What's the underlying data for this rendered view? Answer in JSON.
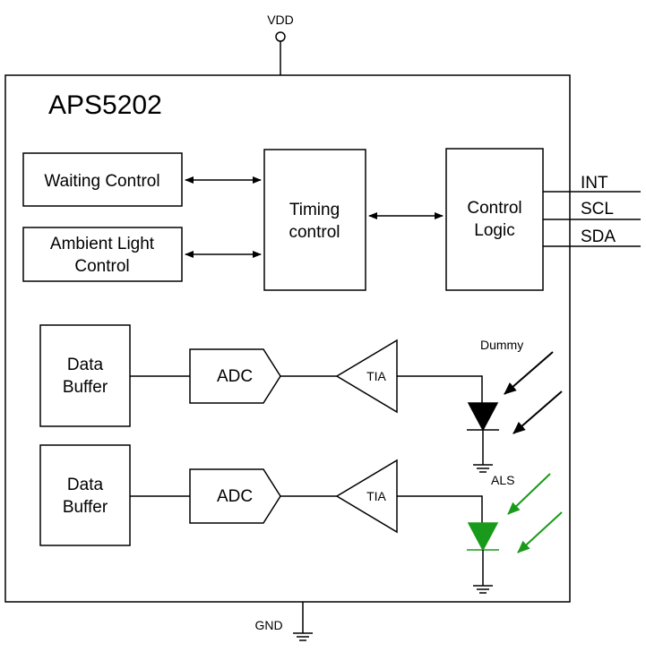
{
  "chip": {
    "name": "APS5202"
  },
  "power": {
    "vdd": "VDD",
    "gnd": "GND"
  },
  "blocks": {
    "waiting_control": [
      "Waiting Control"
    ],
    "ambient_light_control": [
      "Ambient Light",
      "Control"
    ],
    "timing_control": [
      "Timing",
      "control"
    ],
    "control_logic": [
      "Control",
      "Logic"
    ],
    "data_buffer_top": [
      "Data",
      "Buffer"
    ],
    "data_buffer_bottom": [
      "Data",
      "Buffer"
    ],
    "adc_top": "ADC",
    "adc_bottom": "ADC",
    "tia_top": "TIA",
    "tia_bottom": "TIA"
  },
  "pins": [
    "INT",
    "SCL",
    "SDA"
  ],
  "sensors": {
    "dummy": "Dummy",
    "als": "ALS"
  },
  "colors": {
    "line": "#000000",
    "als_green": "#1a9a1a"
  }
}
